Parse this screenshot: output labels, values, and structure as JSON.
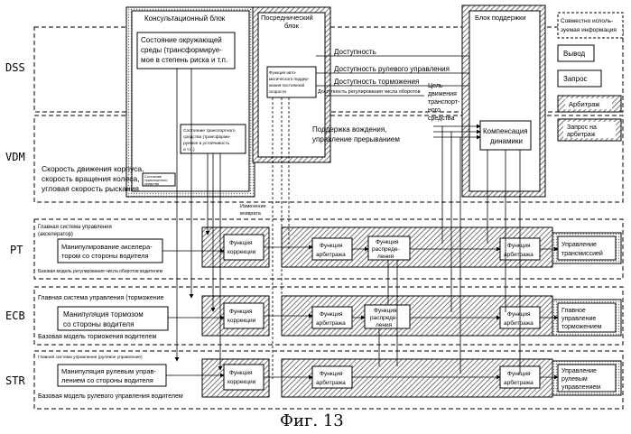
{
  "rows": {
    "dss": "DSS",
    "vdm": "VDM",
    "pt": "PT",
    "ecb": "ECB",
    "str": "STR"
  },
  "top": {
    "consult_title": "Консультационный блок",
    "consult_state_1": "Состояние окружающей",
    "consult_state_2": "среды (трансформируе-",
    "consult_state_3": "мое в степень риска и т.п.",
    "intermediary_1": "Посреднический",
    "intermediary_2": "блок",
    "support_title": "Блок поддержки",
    "func_auto_1": "Функция авто-",
    "func_auto_2": "матического поддер-",
    "func_auto_3": "жания постоянной",
    "func_auto_4": "скорости",
    "availability": "Доступность",
    "availability_steer": "Доступность рулевого управления",
    "availability_brake": "Доступность торможения",
    "availability_rpm": "Доступность регулирования числа оборотов",
    "vehicle_goal_1": "Цель",
    "vehicle_goal_2": "движения",
    "vehicle_goal_3": "транспорт-",
    "vehicle_goal_4": "ного",
    "vehicle_goal_5": "средства"
  },
  "vdm": {
    "vehicle_state_1": "Состояние транспортного",
    "vehicle_state_2": "средства (трансформи-",
    "vehicle_state_3": "руемое в устойчивость",
    "vehicle_state_4": "и т.п.)",
    "drive_support_1": "Поддержка вождения,",
    "drive_support_2": "управление прерыванием",
    "dynamics_1": "Компенсация",
    "dynamics_2": "динамики",
    "speed_1": "Скорость движения корпуса,",
    "speed_2": "скорость вращения колеса,",
    "speed_3": "угловая скорость рыскания",
    "vehicle_state_small_1": "Состояние",
    "vehicle_state_small_2": "транспортного",
    "vehicle_state_small_3": "средства",
    "change_1": "Изменение",
    "change_2": "возврата"
  },
  "pt": {
    "title_1": "Главная система управления",
    "title_2": "(акселератор)",
    "driver_1": "Манипулирование акселера-",
    "driver_2": "тором со стороны водителя",
    "base_model": "Базовая модель регулирования числа оборотов водителем",
    "correction_1": "Функция",
    "correction_2": "коррекции",
    "arbitration_1": "Функция",
    "arbitration_2": "арбитража",
    "distribution_1": "Функция",
    "distribution_2": "распреде-",
    "distribution_3": "ления",
    "arbitration2_1": "Функция",
    "arbitration2_2": "арбитража",
    "output_1": "Управление",
    "output_2": "трансмиссией"
  },
  "ecb": {
    "title": "Главная система управления (торможение",
    "driver_1": "Манипуляция тормозом",
    "driver_2": "со стороны водителя",
    "base_model": "Базовая модель торможения водителем",
    "correction_1": "Функция",
    "correction_2": "коррекции",
    "arbitration_1": "Функция",
    "arbitration_2": "арбитража",
    "distribution_1": "Функция",
    "distribution_2": "распреде-",
    "distribution_3": "ления",
    "arbitration2_1": "Функция",
    "arbitration2_2": "арбитража",
    "output_1": "Главное",
    "output_2": "управление",
    "output_3": "торможением"
  },
  "str": {
    "title": "Главная система управления (рулевое управление)",
    "driver_1": "Манипуляция рулевым управ-",
    "driver_2": "лением со стороны водителя",
    "base_model": "Базовая модель рулевого управления водителем",
    "correction_1": "Функция",
    "correction_2": "коррекции",
    "arbitration_1": "Функция",
    "arbitration_2": "арбитража",
    "arbitration2_1": "Функция",
    "arbitration2_2": "арбитража",
    "output_1": "Управление",
    "output_2": "рулевым",
    "output_3": "управлением"
  },
  "legend": {
    "shared_1": "Совместно исполь-",
    "shared_2": "зуемая информация",
    "output": "Вывод",
    "request": "Запрос",
    "arbitration": "Арбитраж",
    "arb_request_1": "Запрос на",
    "arb_request_2": "арбитраж"
  },
  "caption": "Фиг. 13"
}
